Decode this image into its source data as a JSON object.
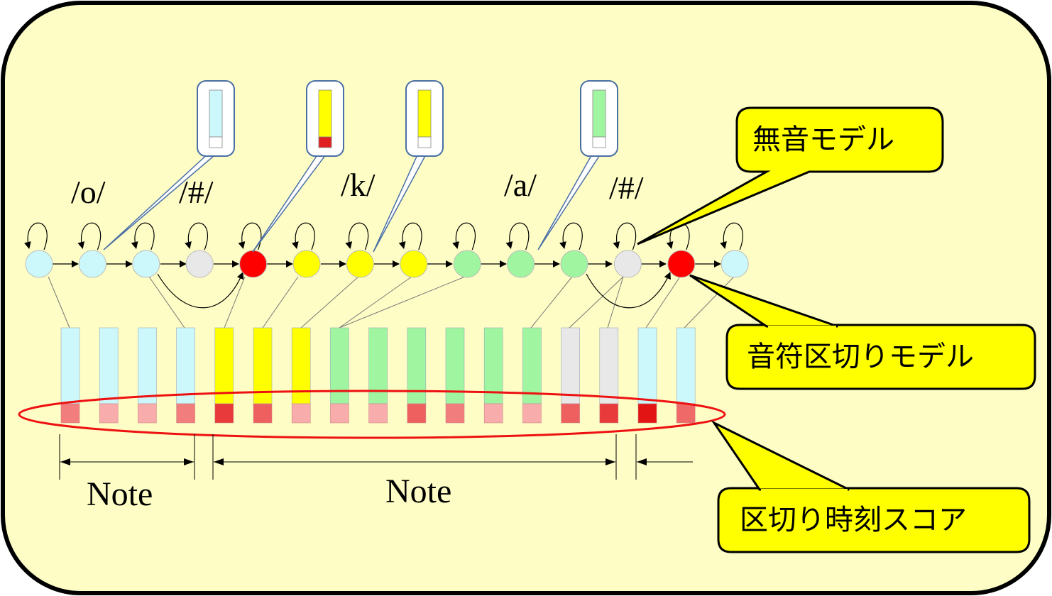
{
  "phonemes": [
    "/o/",
    "/#/",
    "/k/",
    "/a/",
    "/#/"
  ],
  "notes": [
    "Note",
    "Note"
  ],
  "callouts": {
    "silence_model": "無音モデル",
    "note_boundary_model": "音符区切りモデル",
    "boundary_time_score": "区切り時刻スコア"
  },
  "colors": {
    "background": "#fdfdc5",
    "cyan": "#cdf8fb",
    "red": "#ff0000",
    "gray": "#e8e8e8",
    "yellow": "#ffff00",
    "green": "#a0f5a0",
    "callout_fill": "#ffff00",
    "ellipse": "#ff0000"
  },
  "states": [
    "cyan",
    "cyan",
    "cyan",
    "gray",
    "red",
    "yellow",
    "yellow",
    "yellow",
    "green",
    "green",
    "green",
    "gray",
    "red",
    "cyan"
  ],
  "frames": [
    {
      "color": "cyan",
      "score": 0.45
    },
    {
      "color": "cyan",
      "score": 0.2
    },
    {
      "color": "cyan",
      "score": 0.2
    },
    {
      "color": "cyan",
      "score": 0.45
    },
    {
      "color": "yellow",
      "score": 0.8
    },
    {
      "color": "yellow",
      "score": 0.6
    },
    {
      "color": "yellow",
      "score": 0.2
    },
    {
      "color": "green",
      "score": 0.2
    },
    {
      "color": "green",
      "score": 0.2
    },
    {
      "color": "green",
      "score": 0.6
    },
    {
      "color": "green",
      "score": 0.45
    },
    {
      "color": "green",
      "score": 0.2
    },
    {
      "color": "green",
      "score": 0.2
    },
    {
      "color": "gray",
      "score": 0.6
    },
    {
      "color": "gray",
      "score": 0.8
    },
    {
      "color": "cyan",
      "score": 1.0
    },
    {
      "color": "cyan",
      "score": 0.55
    }
  ],
  "output_distributions": [
    {
      "color": "cyan",
      "score": 0.0
    },
    {
      "color": "yellow",
      "score": 1.0
    },
    {
      "color": "yellow",
      "score": 0.0
    },
    {
      "color": "green",
      "score": 0.0
    }
  ]
}
